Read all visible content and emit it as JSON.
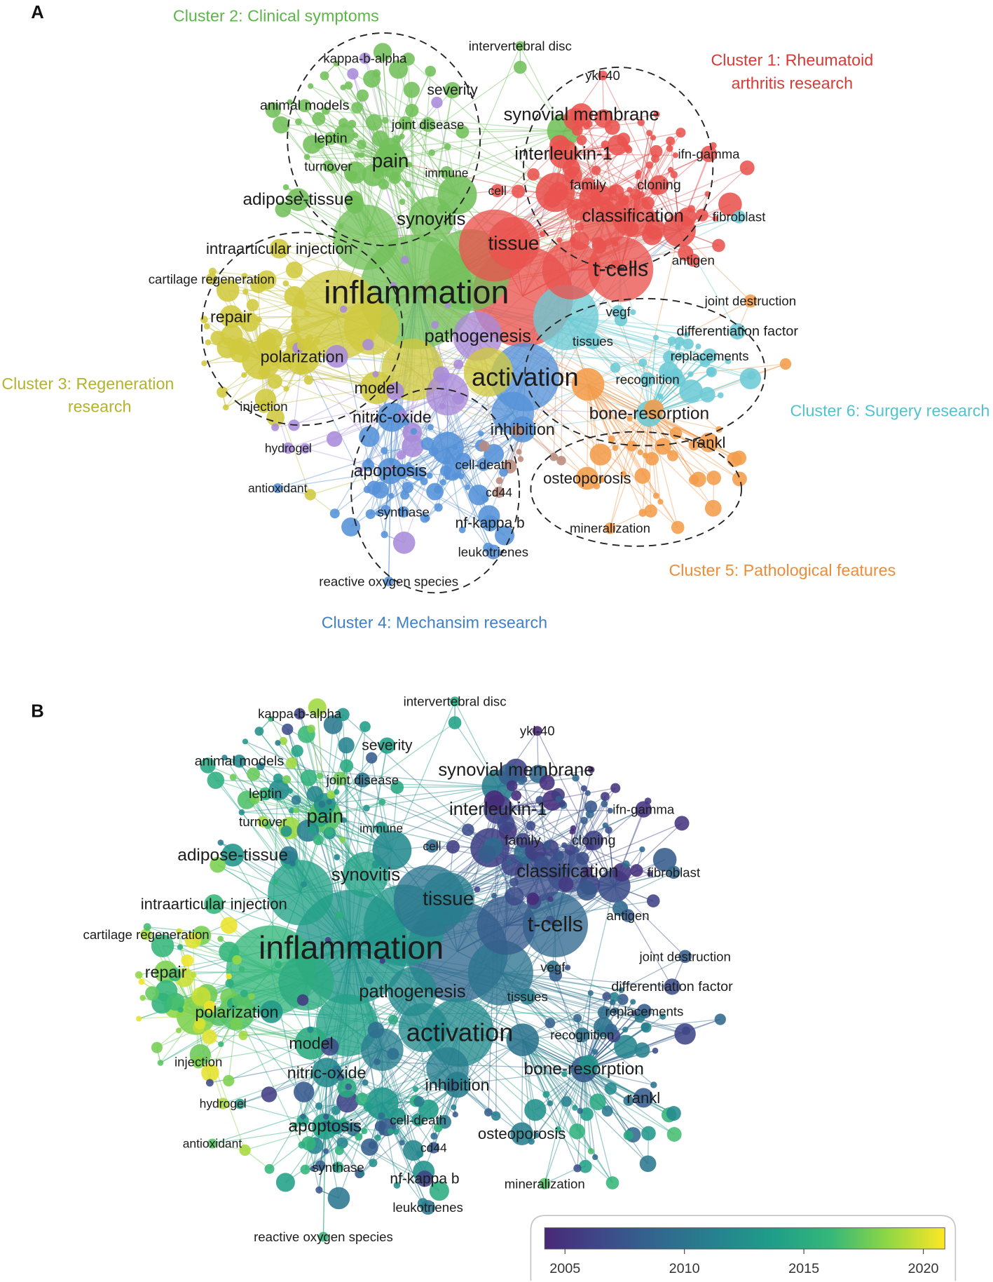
{
  "panel_a": {
    "label": "A",
    "clusters": [
      {
        "lines": [
          "Cluster 1: Rheumatoid",
          "arthritis research"
        ],
        "color": "#d63b36"
      },
      {
        "lines": [
          "Cluster 2: Clinical symptoms"
        ],
        "color": "#5cb548"
      },
      {
        "lines": [
          "Cluster 3: Regeneration",
          "research"
        ],
        "color": "#b5b22d"
      },
      {
        "lines": [
          "Cluster 4: Mechansim research"
        ],
        "color": "#3f80c6"
      },
      {
        "lines": [
          "Cluster 5: Pathological features"
        ],
        "color": "#ee8c37"
      },
      {
        "lines": [
          "Cluster 6: Surgery research"
        ],
        "color": "#52c2ce"
      }
    ]
  },
  "panel_b": {
    "label": "B"
  },
  "keywords": [
    "kappa-b-alpha",
    "intervertebral disc",
    "ykl-40",
    "severity",
    "animal models",
    "synovial membrane",
    "joint disease",
    "leptin",
    "interleukin-1",
    "ifn-gamma",
    "pain",
    "turnover",
    "immune",
    "family",
    "cloning",
    "cell",
    "adipose-tissue",
    "classification",
    "fibroblast",
    "synovitis",
    "tissue",
    "intraarticular injection",
    "antigen",
    "t-cells",
    "cartilage regeneration",
    "inflammation",
    "joint destruction",
    "vegf",
    "repair",
    "differentiation factor",
    "pathogenesis",
    "tissues",
    "polarization",
    "replacements",
    "activation",
    "recognition",
    "model",
    "injection",
    "bone-resorption",
    "nitric-oxide",
    "inhibition",
    "rankl",
    "hydrogel",
    "apoptosis",
    "cell-death",
    "osteoporosis",
    "antioxidant",
    "cd44",
    "synthase",
    "nf-kappa b",
    "mineralization",
    "leukotrienes",
    "reactive oxygen species"
  ],
  "colorbar": {
    "ticks": [
      2005,
      2010,
      2015,
      2020
    ],
    "colors": [
      "#482878",
      "#3e4989",
      "#31688e",
      "#26828e",
      "#1f9e89",
      "#35b779",
      "#8fd744",
      "#fde725"
    ]
  }
}
